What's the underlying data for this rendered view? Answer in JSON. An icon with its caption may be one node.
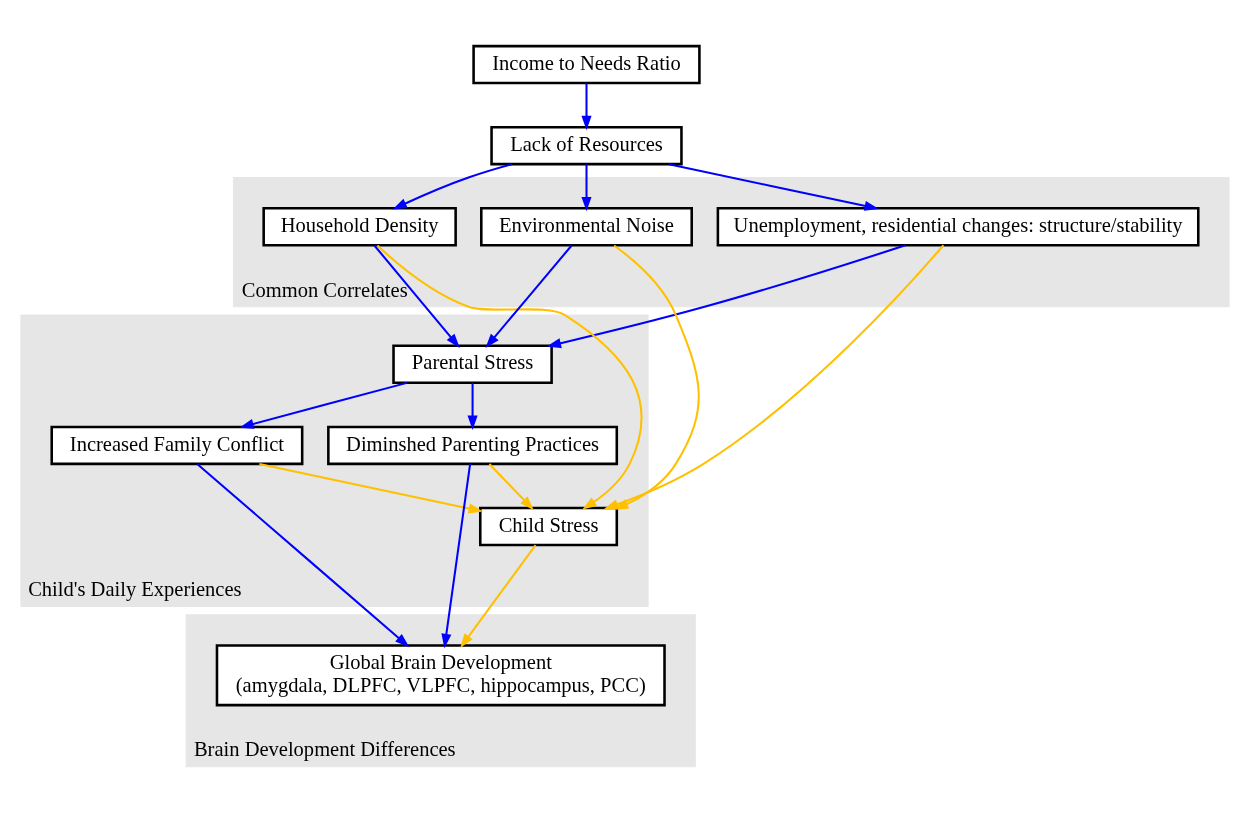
{
  "diagram": {
    "nodes": [
      {
        "text": [
          "Income to Needs Ratio"
        ]
      },
      {
        "text": [
          "Lack of Resources"
        ]
      },
      {
        "text": [
          "Common Correlates"
        ]
      },
      {
        "text": [
          "Unemployment, residential changes: structure/stability"
        ],
        "in": 2
      },
      {
        "text": [
          "Household Density"
        ],
        "in": 2
      },
      {
        "text": [
          "Environmental Noise"
        ],
        "in": 2
      },
      {
        "text": [
          "Child's Daily Experiences"
        ]
      },
      {
        "text": [
          "Parental Stress"
        ],
        "in": 6
      },
      {
        "text": [
          "Increased Family Conflict"
        ],
        "in": 6
      },
      {
        "text": [
          "Diminshed Parenting Practices"
        ],
        "in": 6
      },
      {
        "text": [
          "Child Stress"
        ],
        "in": 6
      },
      {
        "text": [
          "Brain Development Differences"
        ]
      },
      {
        "text": [
          "Global Brain Development",
          "(amygdala, DLPFC, VLPFC, hippocampus, PCC)"
        ],
        "in": 11
      }
    ],
    "edges": [
      {
        "from": 0,
        "to": 1,
        "arrow": "to"
      },
      {
        "from": 1,
        "to": 3,
        "arrow": "to"
      },
      {
        "from": 1,
        "to": 4,
        "arrow": "to"
      },
      {
        "from": 1,
        "to": 5,
        "arrow": "to"
      },
      {
        "from": 3,
        "to": 7,
        "arrow": "to"
      },
      {
        "from": 4,
        "to": 7,
        "arrow": "to"
      },
      {
        "from": 5,
        "to": 7,
        "arrow": "to"
      },
      {
        "from": 3,
        "to": 10,
        "arrow": "to",
        "color": "#ffc000"
      },
      {
        "from": 4,
        "to": 10,
        "arrow": "to",
        "color": "#ffc000"
      },
      {
        "from": 5,
        "to": 10,
        "arrow": "to",
        "color": "#ffc000"
      },
      {
        "from": 7,
        "to": 8,
        "arrow": "to"
      },
      {
        "from": 7,
        "to": 9,
        "arrow": "to"
      },
      {
        "from": 8,
        "to": 10,
        "arrow": "to",
        "color": "#ffc000"
      },
      {
        "from": 9,
        "to": 10,
        "arrow": "to",
        "color": "#ffc000"
      },
      {
        "from": 8,
        "to": 12,
        "arrow": "to"
      },
      {
        "from": 9,
        "to": 12,
        "arrow": "to"
      },
      {
        "from": 10,
        "to": 12,
        "arrow": "to",
        "color": "#ffc000"
      }
    ]
  }
}
